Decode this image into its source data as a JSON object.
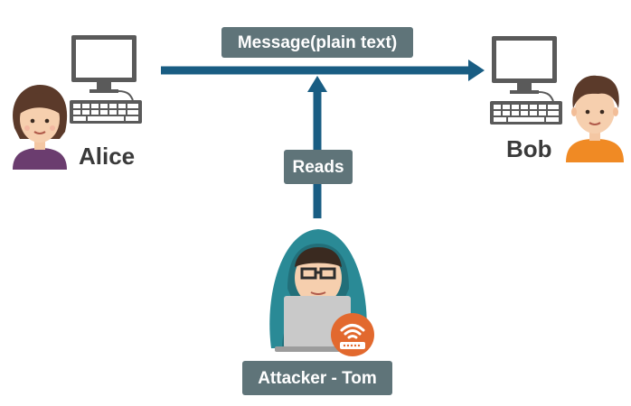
{
  "labels": {
    "message": "Message(plain text)",
    "reads": "Reads",
    "attacker": "Attacker - Tom",
    "alice": "Alice",
    "bob": "Bob"
  },
  "colors": {
    "arrow": "#195d83",
    "label_bg": "#5f7479",
    "label_text": "#ffffff",
    "name_text": "#3a3a3a",
    "hood": "#2a8a96",
    "wifi_badge": "#e2692e"
  },
  "icons": [
    "computer-icon",
    "person-icon",
    "hacker-icon",
    "laptop-icon",
    "wifi-icon"
  ]
}
